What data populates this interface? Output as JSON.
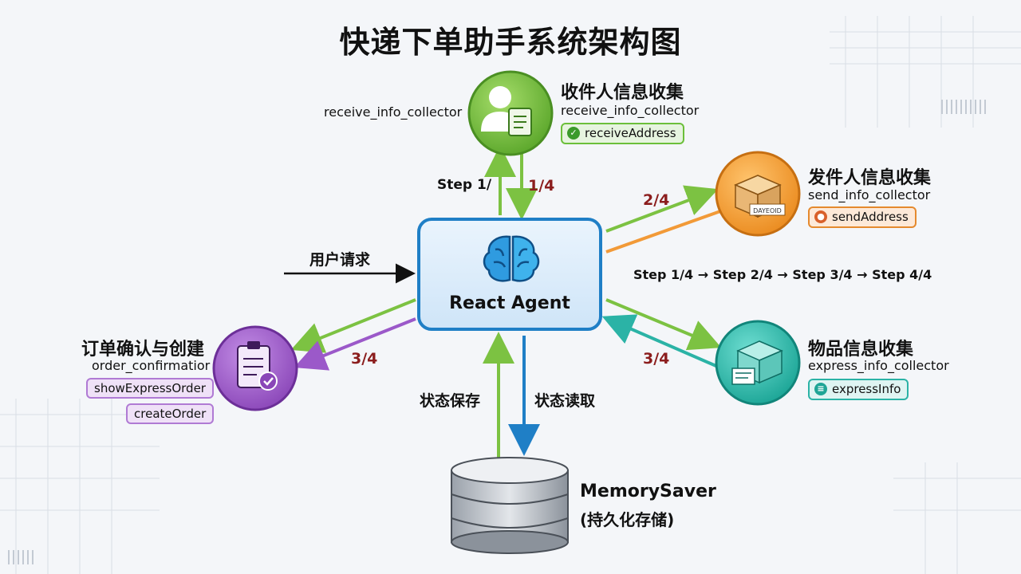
{
  "title": "快递下单助手系统架构图",
  "agent": {
    "label": "React Agent"
  },
  "user_request": "用户请求",
  "flow_sequence": "Step 1/4 → Step 2/4 → Step 3/4 → Step 4/4",
  "nodes": {
    "receive": {
      "title": "收件人信息收集",
      "code": "receive_info_collector",
      "side_code": "receive_info_collector",
      "tag": "receiveAddress",
      "step_up": "Step 1/",
      "step_down": "1/4"
    },
    "send": {
      "title": "发件人信息收集",
      "code": "send_info_collector",
      "tag": "sendAddress",
      "step": "2/4",
      "box_text": "DAYEOID"
    },
    "express": {
      "title": "物品信息收集",
      "code": "express_info_collector",
      "tag": "expressInfo",
      "step": "3/4"
    },
    "order": {
      "title": "订单确认与创建",
      "code": "order_confirmatior",
      "tags": [
        "showExpressOrder",
        "createOrder"
      ],
      "step": "3/4"
    }
  },
  "memory": {
    "save": "状态保存",
    "read": "状态读取",
    "name": "MemorySaver",
    "subtitle": "(持久化存储)"
  },
  "colors": {
    "green": "#7cc242",
    "orange": "#f29a38",
    "teal": "#2bb3a6",
    "purple": "#9b59c9",
    "blue": "#1f7fc6",
    "dark_red": "#8b1d1d"
  }
}
